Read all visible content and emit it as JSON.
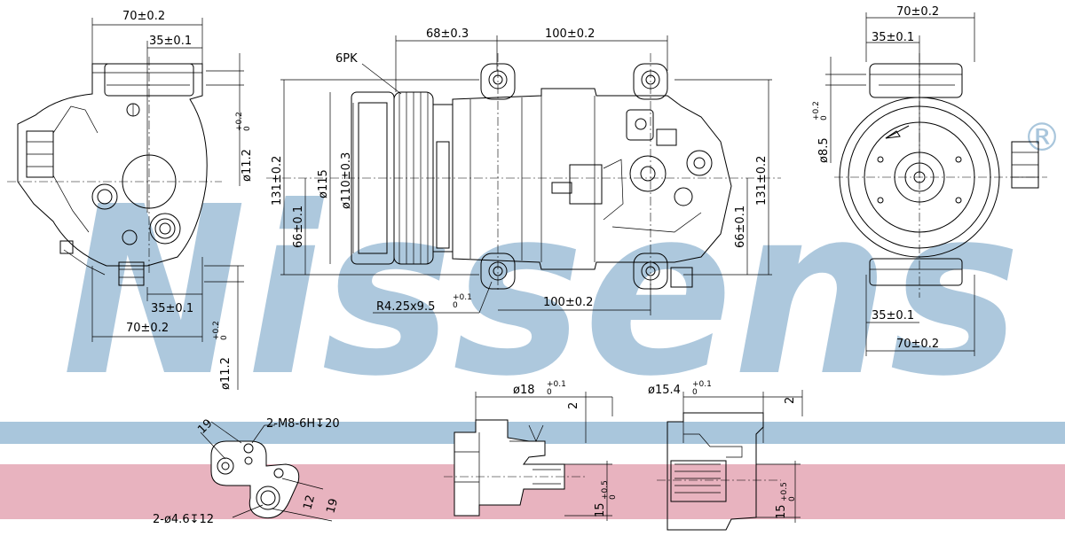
{
  "watermark": {
    "brand": "Nissens",
    "registered_mark": "®",
    "band_colors": {
      "blue": "#a9c6dc",
      "pink": "#e8b3bf",
      "logo": "#a9c6dc"
    }
  },
  "dimensions": {
    "left_view": {
      "top_width": "70±0.2",
      "top_half": "35±0.1",
      "bottom_half": "35±0.1",
      "bottom_width": "70±0.2",
      "hole_upper": "ø11.2",
      "hole_upper_tol": "+0.2\n0",
      "hole_lower": "ø11.2",
      "hole_lower_tol": "+0.2\n0"
    },
    "side_view": {
      "belt": "6PK",
      "span_top_left": "68±0.3",
      "span_top_right": "100±0.2",
      "span_bottom": "100±0.2",
      "height_total_left": "131±0.2",
      "height_half_left": "66±0.1",
      "pulley_outer": "ø115",
      "pulley_inner": "ø110±0.3",
      "height_total_right": "131±0.2",
      "height_half_right": "66±0.1",
      "slot": "R4.25x9.5",
      "slot_tol": "+0.1\n0"
    },
    "right_view": {
      "top_width": "70±0.2",
      "top_half": "35±0.1",
      "bottom_half": "35±0.1",
      "bottom_width": "70±0.2",
      "bore": "ø8.5",
      "bore_tol": "+0.2\n0"
    },
    "port_plate": {
      "thread": "2-M8-6H↧20",
      "holes": "2-ø4.6↧12",
      "d19_top": "19",
      "d12": "12",
      "d19_side": "19"
    },
    "port_a": {
      "diameter": "ø18",
      "diameter_tol": "+0.1\n0",
      "depth": "2",
      "height": "15",
      "height_tol": "+0.5\n0"
    },
    "port_b": {
      "diameter": "ø15.4",
      "diameter_tol": "+0.1\n0",
      "depth": "2",
      "height": "15",
      "height_tol": "+0.5\n0"
    }
  }
}
